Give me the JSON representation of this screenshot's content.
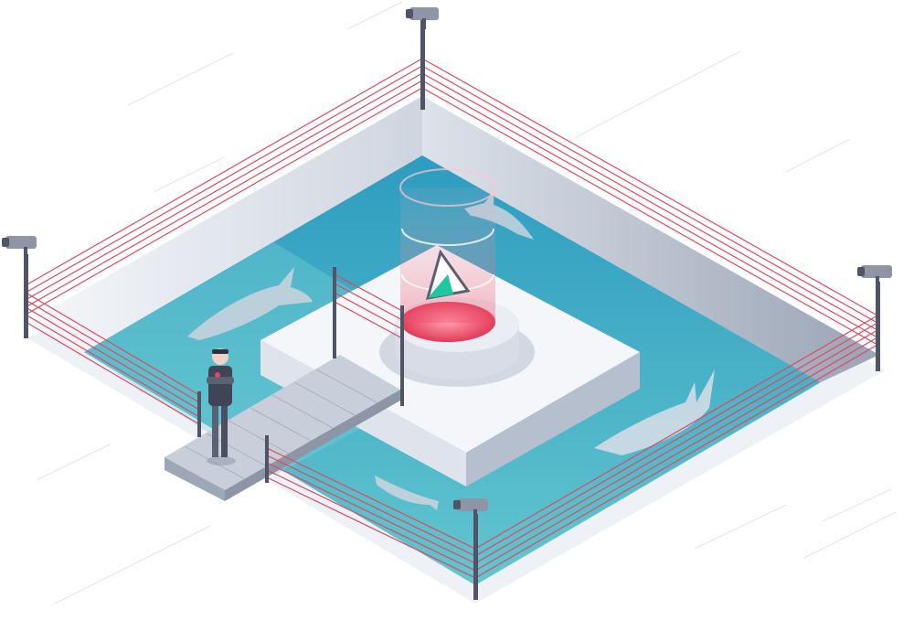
{
  "scene": {
    "colors": {
      "background": "#ffffff",
      "water": "#4fb3c9",
      "water_deep": "#2f9ab6",
      "wall_light": "#eef1f6",
      "wall_shade": "#c9d0dc",
      "laser": "#e0485e",
      "post": "#4f5566",
      "dock": "#b9c0cc",
      "hologram": "#f04f6a",
      "gem": "#1ec7a0",
      "shark": "#c5d0dc"
    },
    "icons": {
      "camera": "security-camera-icon",
      "shark": "shark-icon",
      "gem": "triangle-gem-icon",
      "person": "guard-person-icon"
    },
    "counts": {
      "cameras": 4,
      "sharks": 4,
      "laser_lines_per_side": 5
    }
  }
}
